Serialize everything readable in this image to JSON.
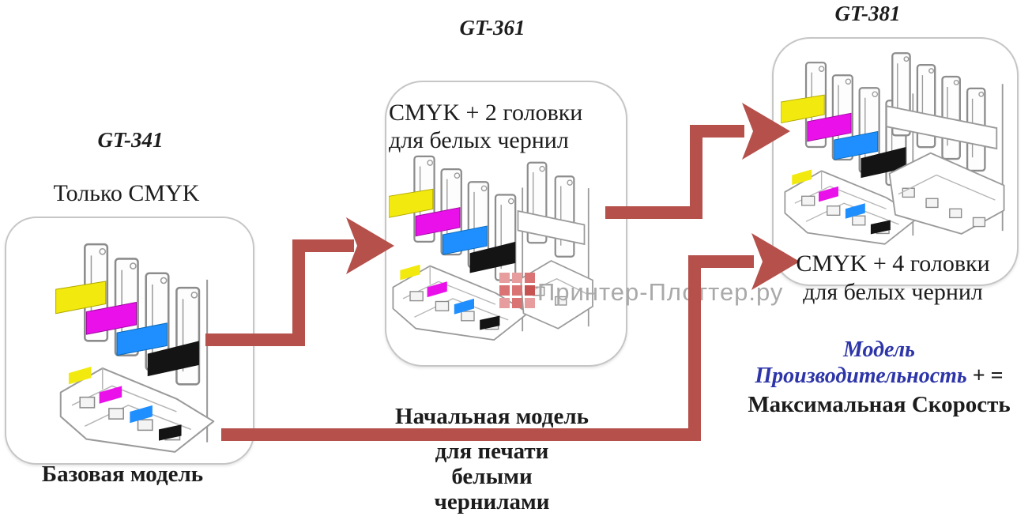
{
  "diagram": {
    "models": [
      {
        "title": "GT-341",
        "subtitle": "Только CMYK",
        "caption": "Базовая модель"
      },
      {
        "title": "GT-361",
        "subtitle_line1": "CMYK + 2 головки",
        "subtitle_line2": "для белых чернил"
      },
      {
        "title": "GT-381",
        "subtitle_line1": "CMYK + 4 головки",
        "subtitle_line2": "для белых чернил"
      }
    ],
    "white_ink_note": {
      "line1": "Начальная модель",
      "line2": "для печати",
      "line3": "белыми",
      "line4": "чернилами"
    },
    "result_note": {
      "model_word": "Модель",
      "performance_word": "Производительность",
      "plus_equals": " + =",
      "result": "Максимальная Скорость"
    },
    "watermark": {
      "text": "Принтер-Плоттер.ру"
    },
    "colors": {
      "arrow": "#b5504b",
      "blue-text": "#2d35a9",
      "watermark-text": "#a9a9a9",
      "box-border": "#c6c6c6",
      "ink-yellow": "#f2e90e",
      "ink-magenta": "#ea10ea",
      "ink-cyan": "#1f8fff",
      "ink-black": "#141414",
      "wm-light": "#e79d9d",
      "wm-mid": "#da7373",
      "wm-dark": "#c65252"
    }
  }
}
